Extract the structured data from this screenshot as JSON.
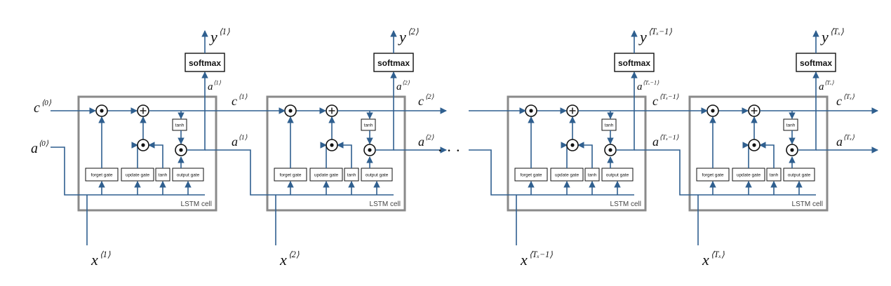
{
  "diagram": {
    "cell_label": "LSTM cell",
    "softmax_label": "softmax",
    "gate_labels": {
      "forget": "forget gate",
      "update": "update gate",
      "tanh": "tanh",
      "output": "output gate",
      "tanh_c": "tanh"
    },
    "ops": {
      "multiply": "⊙",
      "add": "+"
    },
    "ellipsis": "· · ·",
    "init_c": {
      "base": "c",
      "sup": "⟨0⟩"
    },
    "init_a": {
      "base": "a",
      "sup": "⟨0⟩"
    },
    "cells": [
      {
        "x": {
          "base": "x",
          "sup": "⟨1⟩"
        },
        "y": {
          "base": "y",
          "sup": "⟨1⟩"
        },
        "a_up": {
          "base": "a",
          "sup": "⟨1⟩"
        },
        "c_out": {
          "base": "c",
          "sup": "⟨1⟩"
        },
        "a_out": {
          "base": "a",
          "sup": "⟨1⟩"
        }
      },
      {
        "x": {
          "base": "x",
          "sup": "⟨2⟩"
        },
        "y": {
          "base": "y",
          "sup": "⟨2⟩"
        },
        "a_up": {
          "base": "a",
          "sup": "⟨2⟩"
        },
        "c_out": {
          "base": "c",
          "sup": "⟨2⟩"
        },
        "a_out": {
          "base": "a",
          "sup": "⟨2⟩"
        }
      },
      {
        "x": {
          "base": "x",
          "sup": "⟨Tₓ−1⟩"
        },
        "y": {
          "base": "y",
          "sup": "⟨Tₓ−1⟩"
        },
        "a_up": {
          "base": "a",
          "sup": "⟨Tₓ−1⟩"
        },
        "c_out": {
          "base": "c",
          "sup": "⟨Tₓ−1⟩"
        },
        "a_out": {
          "base": "a",
          "sup": "⟨Tₓ−1⟩"
        }
      },
      {
        "x": {
          "base": "x",
          "sup": "⟨Tₓ⟩"
        },
        "y": {
          "base": "y",
          "sup": "⟨Tₓ⟩"
        },
        "a_up": {
          "base": "a",
          "sup": "⟨Tₓ⟩"
        },
        "c_out": {
          "base": "c",
          "sup": "⟨Tₓ⟩"
        },
        "a_out": {
          "base": "a",
          "sup": "⟨Tₓ⟩"
        }
      }
    ],
    "colors": {
      "line": "#2f5f8f",
      "cell_border": "#8a8a8a",
      "box_border": "#111111"
    }
  }
}
